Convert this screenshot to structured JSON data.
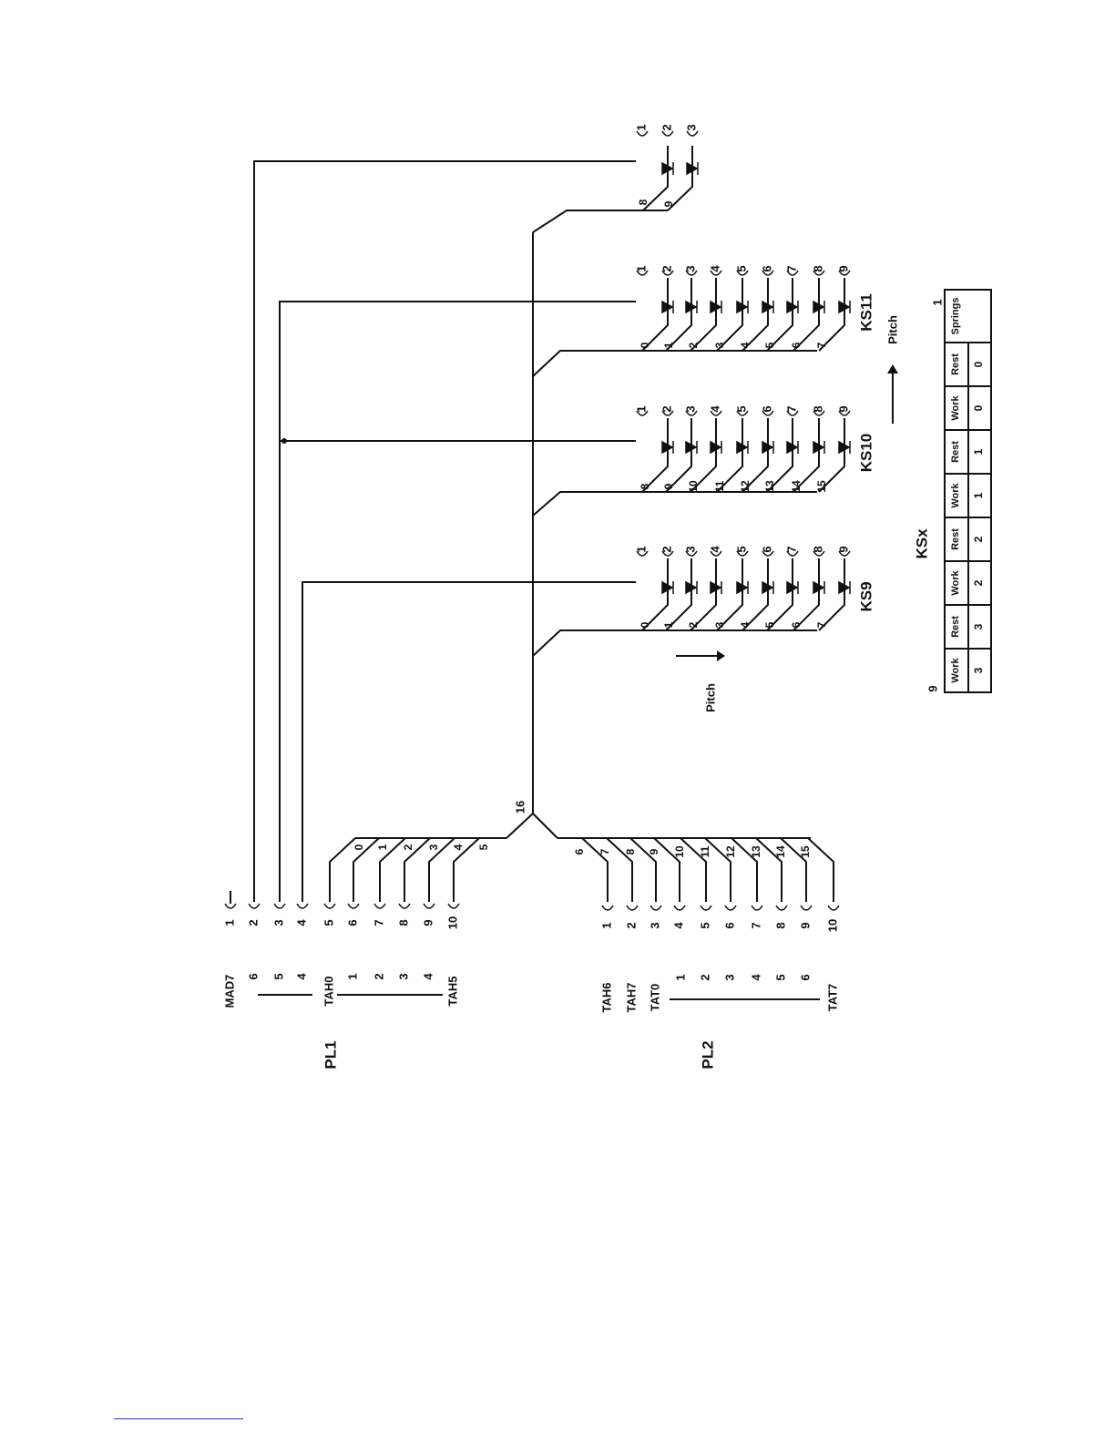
{
  "plugs": {
    "pl1": {
      "name": "PL1",
      "signals": [
        "MAD7",
        "6",
        "5",
        "4",
        "TAH0",
        "1",
        "2",
        "3",
        "4",
        "TAH5"
      ],
      "pins": [
        "1",
        "2",
        "3",
        "4",
        "5",
        "6",
        "7",
        "8",
        "9",
        "10"
      ]
    },
    "pl2": {
      "name": "PL2",
      "signals": [
        "TAH6",
        "TAH7",
        "TAT0",
        "1",
        "2",
        "3",
        "4",
        "5",
        "6",
        "TAT7"
      ],
      "pins": [
        "1",
        "2",
        "3",
        "4",
        "5",
        "6",
        "7",
        "8",
        "9",
        "10"
      ]
    }
  },
  "bus": {
    "width_label": "16",
    "wires_pl1": [
      "0",
      "1",
      "2",
      "3",
      "4",
      "5"
    ],
    "wires_pl2": [
      "6",
      "7",
      "8",
      "9",
      "10",
      "11",
      "12",
      "13",
      "14",
      "15"
    ]
  },
  "key_switches": [
    {
      "name": "KS9",
      "wires": [
        "0",
        "1",
        "2",
        "3",
        "4",
        "5",
        "6",
        "7"
      ],
      "pins": [
        "1",
        "2",
        "3",
        "4",
        "5",
        "6",
        "7",
        "8",
        "9"
      ]
    },
    {
      "name": "KS10",
      "wires": [
        "8",
        "9",
        "10",
        "11",
        "12",
        "13",
        "14",
        "15"
      ],
      "pins": [
        "1",
        "2",
        "3",
        "4",
        "5",
        "6",
        "7",
        "8",
        "9"
      ]
    },
    {
      "name": "KS11",
      "wires": [
        "0",
        "1",
        "2",
        "3",
        "4",
        "5",
        "6",
        "7"
      ],
      "pins": [
        "1",
        "2",
        "3",
        "4",
        "5",
        "6",
        "7",
        "8",
        "9"
      ]
    },
    {
      "name": "",
      "wires": [
        "8",
        "9"
      ],
      "pins": [
        "1",
        "2",
        "3"
      ]
    }
  ],
  "pitch_labels": [
    "Pitch",
    "Pitch"
  ],
  "contact_table": {
    "title": "KSx",
    "left_number": "9",
    "right_number": "1",
    "headers": [
      "Work",
      "Rest",
      "Work",
      "Rest",
      "Work",
      "Rest",
      "Work",
      "Rest",
      "Springs"
    ],
    "values": [
      "3",
      "3",
      "2",
      "2",
      "1",
      "1",
      "0",
      "0",
      ""
    ]
  }
}
